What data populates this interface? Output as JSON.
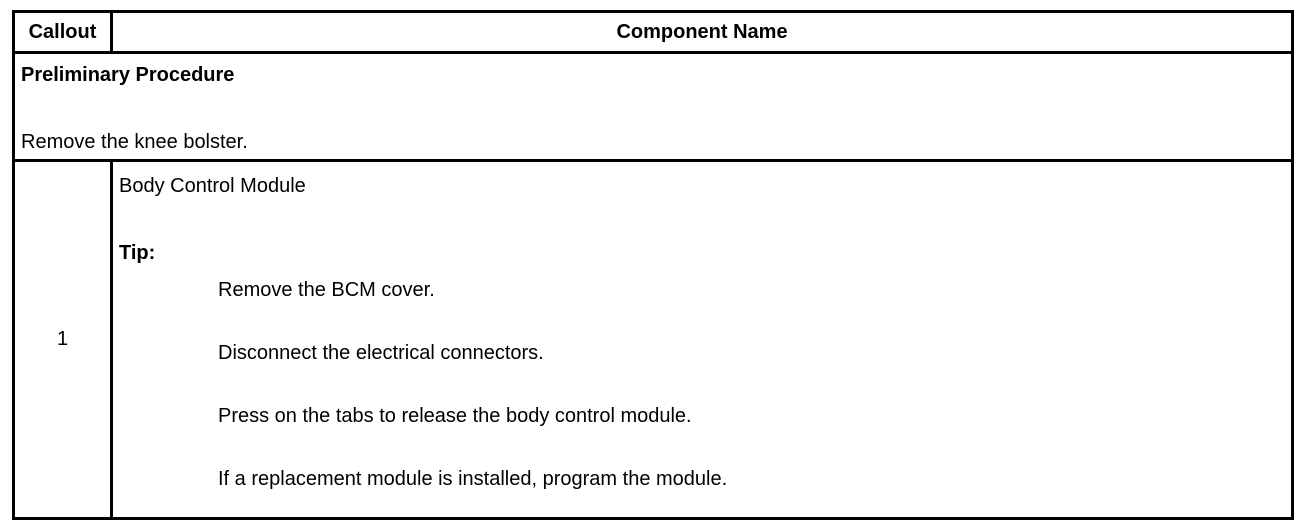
{
  "header": {
    "callout_label": "Callout",
    "component_label": "Component Name"
  },
  "preliminary": {
    "title": "Preliminary Procedure",
    "text": "Remove the knee bolster."
  },
  "rows": [
    {
      "callout": "1",
      "component": "Body Control Module",
      "tip_label": "Tip:",
      "steps": [
        "Remove the BCM cover.",
        "Disconnect the electrical connectors.",
        "Press on the tabs to release the body control module.",
        "If a replacement module is installed, program the module."
      ]
    }
  ]
}
